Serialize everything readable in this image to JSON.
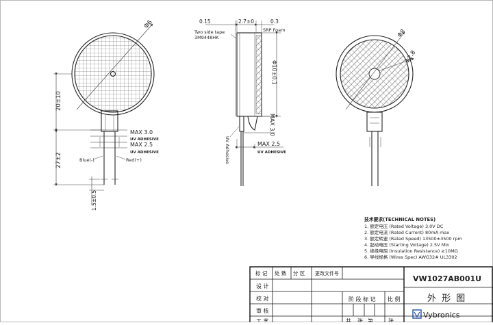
{
  "dimensions": {
    "front_dia": "Φ6",
    "front_height": "20±10",
    "lead_length": "27±2",
    "wire_end": "1.5±0.5",
    "tape_thk": "0.15",
    "body_thk": "2.7±0",
    "foam_thk": "0.3",
    "side_dia": "Φ10±0.1",
    "back_dia1": "Φ8",
    "back_dia2": "Φ2.8",
    "max30_a": "MAX 3.0",
    "max25_a": "MAX 2.5",
    "max30_b": "MAX 3.0",
    "max25_b": "MAX 2.5",
    "uv_a": "UV ADHESIVE",
    "uv_b": "UV ADHESIVE",
    "uv_c": "UV ADHESIVE",
    "uv_side": "UV Adhesive"
  },
  "labels": {
    "tape_label": "Two side tape",
    "tape_code": "3M9448HK",
    "foam_label": "SRP Foam",
    "blue_wire": "Blue(-)",
    "red_wire": "Red(+)"
  },
  "notes": {
    "title": "技术要求(TECHNICAL NOTES)",
    "items": [
      "1. 额定电压 (Rated Voltage) 3.0V DC",
      "2. 额定电流 (Rated Current) 80mA max",
      "3. 额定转速 (Rated Speed) 13500±3500 rpm",
      "4. 起动电压 (Starting Voltage) 2.5V Min",
      "5. 绝缘电阻 (Insulation Resistance) ≥10MΩ",
      "6. 导线规格 (Wires Spec) AWG32# UL3302"
    ]
  },
  "title_block": {
    "h_mark": "标 记",
    "h_count": "处 数",
    "h_zone": "分 区",
    "h_change": "更改文件号",
    "r_design": "设 计",
    "r_check": "校 对",
    "r_review": "审 核",
    "r_process": "工 艺",
    "stage_mark": "阶 段 标 记",
    "scale": "比 例",
    "sheets_total": "共",
    "sheets_num": "张",
    "sheet_of": "第",
    "sheet_num": "张",
    "part_no": "VW1027AB001U",
    "drawing_name": "外 形 图",
    "company": "Vybronics"
  },
  "colors": {
    "brand": "#1f4fa8"
  }
}
